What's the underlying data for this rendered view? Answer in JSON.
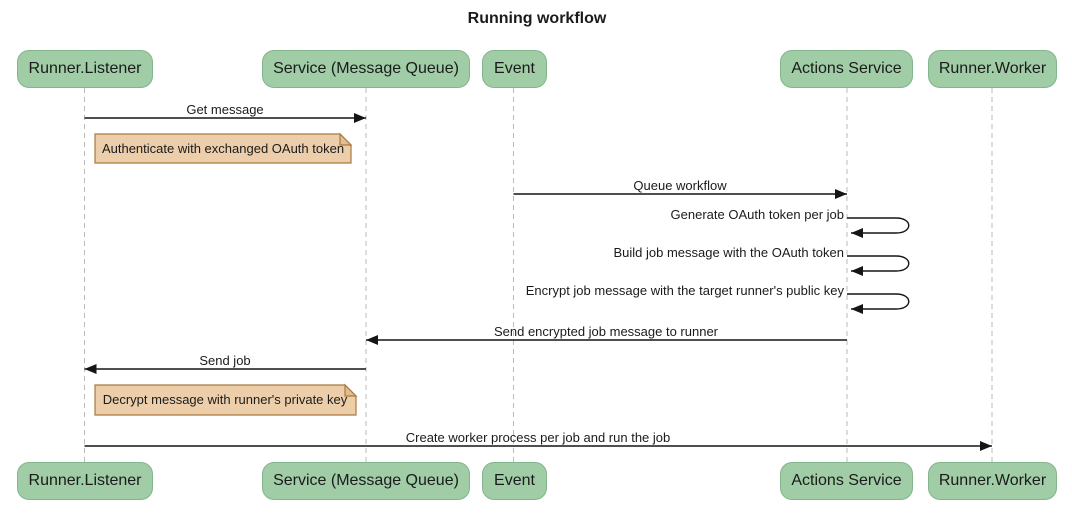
{
  "title": "Running workflow",
  "actors": [
    {
      "id": "runner-listener",
      "label": "Runner.Listener"
    },
    {
      "id": "service-message-queue",
      "label": "Service (Message Queue)"
    },
    {
      "id": "event",
      "label": "Event"
    },
    {
      "id": "actions-service",
      "label": "Actions Service"
    },
    {
      "id": "runner-worker",
      "label": "Runner.Worker"
    }
  ],
  "messages": [
    {
      "label": "Get message",
      "from": "Runner.Listener",
      "to": "Service (Message Queue)",
      "direction": "right"
    },
    {
      "label": "Queue workflow",
      "from": "Event",
      "to": "Actions Service",
      "direction": "right"
    },
    {
      "label": "Send encrypted job message to runner",
      "from": "Actions Service",
      "to": "Service (Message Queue)",
      "direction": "left"
    },
    {
      "label": "Send job",
      "from": "Service (Message Queue)",
      "to": "Runner.Listener",
      "direction": "left"
    },
    {
      "label": "Create worker process per job and run the job",
      "from": "Runner.Listener",
      "to": "Runner.Worker",
      "direction": "right"
    }
  ],
  "self_messages": [
    {
      "label": "Generate OAuth token per job",
      "actor": "Actions Service"
    },
    {
      "label": "Build job message with the OAuth token",
      "actor": "Actions Service"
    },
    {
      "label": "Encrypt job message with the target runner's public key",
      "actor": "Actions Service"
    }
  ],
  "notes": [
    {
      "label": "Authenticate with exchanged OAuth token",
      "position": "right of Runner.Listener"
    },
    {
      "label": "Decrypt message with runner's private key",
      "position": "right of Runner.Listener"
    }
  ],
  "colors": {
    "actor_fill": "#A0CCA6",
    "actor_border": "#83B58C",
    "note_fill": "#EDCEAA",
    "note_border": "#AA7941",
    "lifeline": "#BBBBBB",
    "line": "#151515"
  }
}
